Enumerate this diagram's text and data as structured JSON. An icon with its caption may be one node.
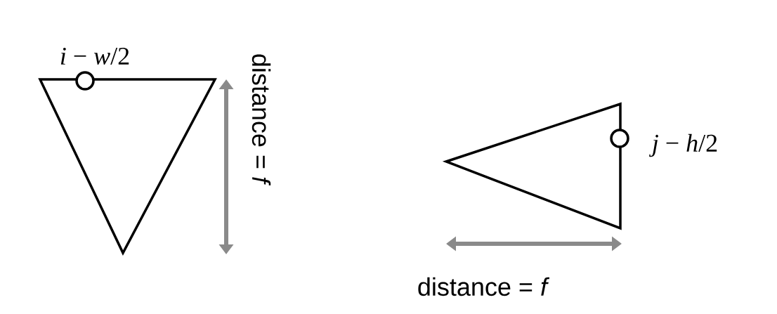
{
  "diagram": {
    "nodes": [
      {
        "text": [],
        "shape": "triangle"
      },
      {
        "text": [],
        "shape": "triangle"
      }
    ],
    "labels": [
      "*i* − *w*/2",
      "distance = *f*",
      "*j* − *h*/2",
      "distance = *f*"
    ]
  }
}
